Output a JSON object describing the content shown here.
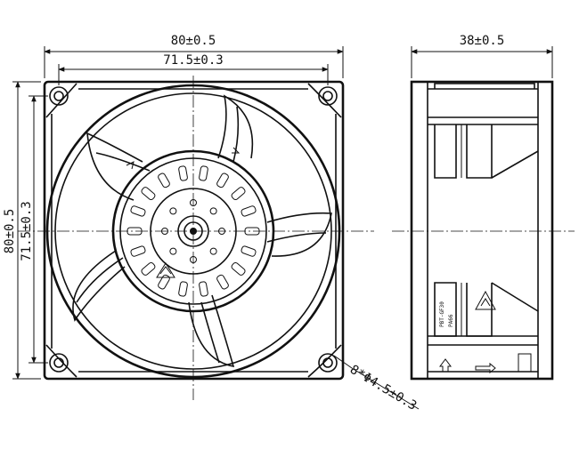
{
  "drawing": {
    "dimensions": {
      "outer_width": "80±0.5",
      "hole_pitch_width": "71.5±0.3",
      "outer_height": "80±0.5",
      "hole_pitch_height": "71.5±0.3",
      "depth": "38±0.5",
      "mounting_holes": "8*Φ4.5±0.3"
    },
    "side_view_labels": {
      "material_1": "PBT-GF30",
      "material_2": "PA66"
    },
    "icons": [
      "recycle-triangle-icon",
      "airflow-arrow-icon",
      "rotation-arrow-icon"
    ]
  }
}
